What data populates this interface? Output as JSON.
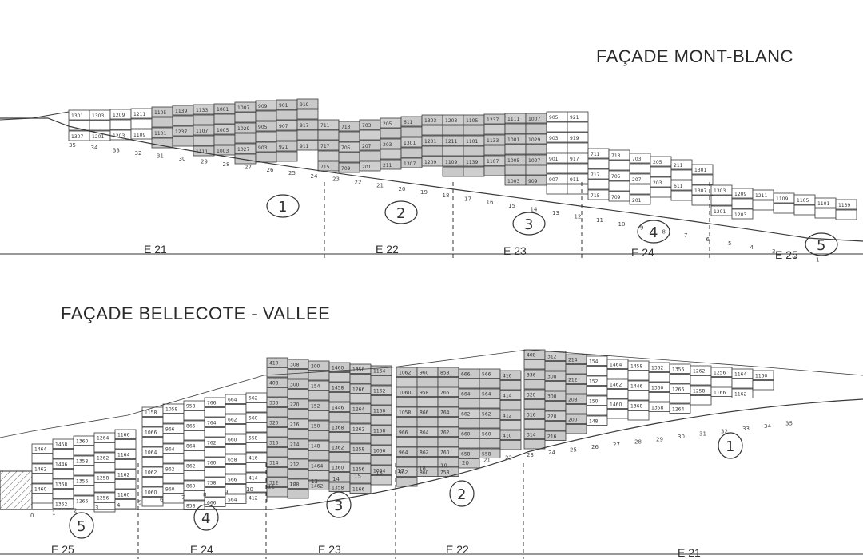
{
  "titles": {
    "top": "FAÇADE MONT-BLANC",
    "bottom": "FAÇADE BELLECOTE - VALLEE"
  },
  "top_facade": {
    "segments": [
      {
        "label": "E 21",
        "circled": "1"
      },
      {
        "label": "E 22",
        "circled": "2"
      },
      {
        "label": "E 23",
        "circled": "3"
      },
      {
        "label": "E 24",
        "circled": "4"
      },
      {
        "label": "E 25",
        "circled": "5"
      }
    ],
    "room_labels": [
      "1301",
      "1307",
      "1303",
      "1201",
      "1209",
      "1203",
      "1211",
      "1109",
      "1105",
      "1101",
      "1139",
      "1237",
      "1133",
      "1107",
      "1111",
      "1001",
      "1005",
      "1003",
      "1007",
      "1029",
      "1027",
      "909",
      "905",
      "903",
      "901",
      "907",
      "921",
      "919",
      "917",
      "911",
      "711",
      "717",
      "715",
      "713",
      "705",
      "709",
      "703",
      "207",
      "201",
      "205",
      "203",
      "211",
      "611"
    ],
    "tick_numbers": [
      "35",
      "34",
      "33",
      "32",
      "31",
      "30",
      "29",
      "28",
      "27",
      "26",
      "25",
      "24",
      "23",
      "22",
      "21",
      "20",
      "19",
      "18",
      "17",
      "16",
      "15",
      "14",
      "13",
      "12",
      "11",
      "10",
      "9",
      "8",
      "7",
      "6",
      "5",
      "4",
      "3",
      "2",
      "1"
    ]
  },
  "bottom_facade": {
    "segments": [
      {
        "label": "E 25",
        "circled": "5"
      },
      {
        "label": "E 24",
        "circled": "4"
      },
      {
        "label": "E 23",
        "circled": "3"
      },
      {
        "label": "E 22",
        "circled": "2"
      },
      {
        "label": "E 21",
        "circled": "1"
      }
    ],
    "room_labels": [
      "1464",
      "1462",
      "1460",
      "1458",
      "1446",
      "1368",
      "1362",
      "1360",
      "1358",
      "1356",
      "1266",
      "1264",
      "1262",
      "1258",
      "1256",
      "1166",
      "1164",
      "1162",
      "1160",
      "1158",
      "1066",
      "1064",
      "1062",
      "1060",
      "1058",
      "966",
      "964",
      "962",
      "960",
      "958",
      "866",
      "864",
      "862",
      "860",
      "858",
      "766",
      "764",
      "762",
      "760",
      "758",
      "666",
      "664",
      "662",
      "660",
      "658",
      "566",
      "564",
      "562",
      "560",
      "558",
      "416",
      "414",
      "412",
      "410",
      "408",
      "336",
      "320",
      "316",
      "314",
      "312",
      "308",
      "300",
      "220",
      "216",
      "214",
      "212",
      "208",
      "200",
      "154",
      "152",
      "150",
      "148"
    ],
    "tick_numbers": [
      "0",
      "1",
      "2",
      "3",
      "4",
      "5",
      "6",
      "7",
      "8",
      "9",
      "10",
      "11",
      "12",
      "13",
      "14",
      "15",
      "16",
      "17",
      "18",
      "19",
      "20",
      "21",
      "22",
      "23",
      "24",
      "25",
      "26",
      "27",
      "28",
      "29",
      "30",
      "31",
      "32",
      "33",
      "34",
      "35"
    ]
  }
}
